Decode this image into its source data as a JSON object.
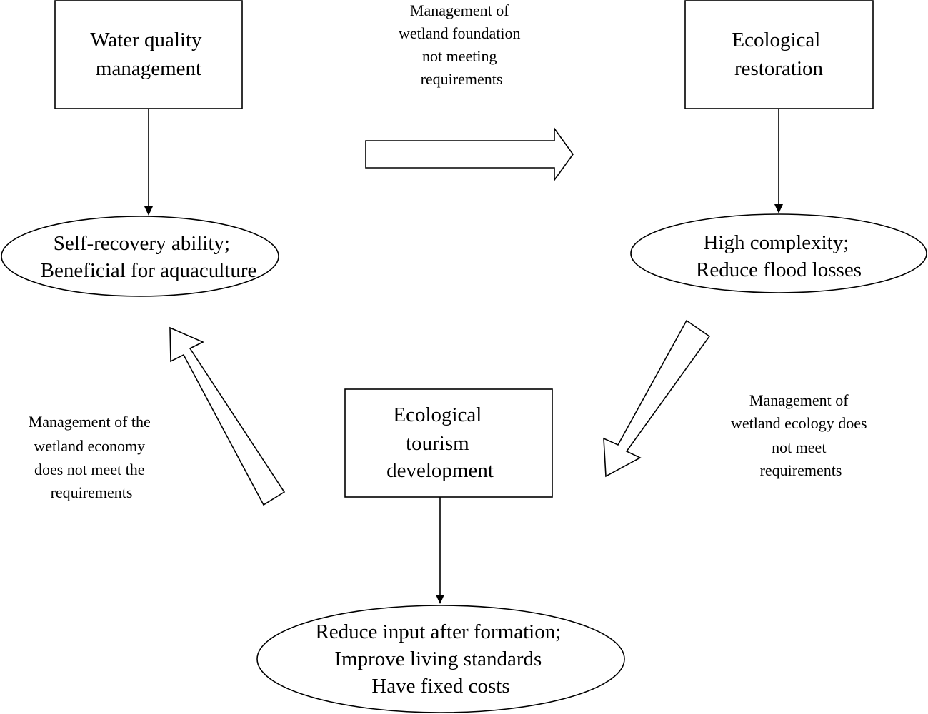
{
  "diagram": {
    "nodes": {
      "water_quality": {
        "lines": [
          "Water quality",
          "management"
        ]
      },
      "ecological_restoration": {
        "lines": [
          "Ecological",
          "restoration"
        ]
      },
      "eco_tourism": {
        "lines": [
          "Ecological",
          "tourism",
          "development"
        ]
      },
      "self_recovery": {
        "lines": [
          "Self-recovery ability;",
          "Beneficial for aquaculture"
        ]
      },
      "high_complexity": {
        "lines": [
          "High complexity;",
          "Reduce flood losses"
        ]
      },
      "reduce_input": {
        "lines": [
          "Reduce input after formation;",
          "Improve living standards",
          "Have fixed costs"
        ]
      }
    },
    "transitions": {
      "foundation": {
        "lines": [
          "Management of",
          "wetland foundation",
          "not meeting",
          "requirements"
        ]
      },
      "ecology": {
        "lines": [
          "Management of",
          "wetland ecology does",
          "not meet",
          "requirements"
        ]
      },
      "economy": {
        "lines": [
          "Management of the",
          "wetland economy",
          "does not meet the",
          "requirements"
        ]
      }
    }
  }
}
